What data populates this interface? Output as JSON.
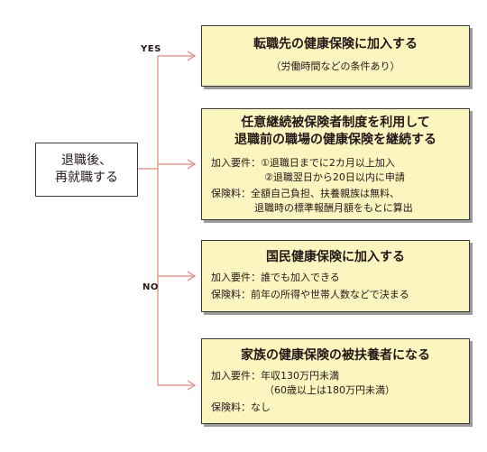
{
  "start": {
    "line1": "退職後、",
    "line2": "再就職する"
  },
  "branches": {
    "yes": "YES",
    "no": "NO"
  },
  "boxes": {
    "yes": {
      "title": "転職先の健康保険に加入する",
      "note": "（労働時間などの条件あり）"
    },
    "ninni": {
      "title1": "任意継続被保険者制度を利用して",
      "title2": "退職前の職場の健康保険を継続する",
      "join_label": "加入要件：",
      "join1": "①退職日までに2カ月以上加入",
      "join2": "②退職翌日から20日以内に申請",
      "fee_label": "保険料：",
      "fee1": "全額自己負担、扶養親族は無料、",
      "fee2": "退職時の標準報酬月額をもとに算出"
    },
    "kokumin": {
      "title": "国民健康保険に加入する",
      "join_label": "加入要件：",
      "join": "誰でも加入できる",
      "fee_label": "保険料：",
      "fee": "前年の所得や世帯人数などで決まる"
    },
    "kazoku": {
      "title": "家族の健康保険の被扶養者になる",
      "join_label": "加入要件：",
      "join1": "年収130万円未満",
      "join2": "（60歳以上は180万円未満）",
      "fee_label": "保険料：",
      "fee": "なし"
    }
  },
  "colors": {
    "line": "#e0857a",
    "box_fill": "#fbf5c0"
  }
}
